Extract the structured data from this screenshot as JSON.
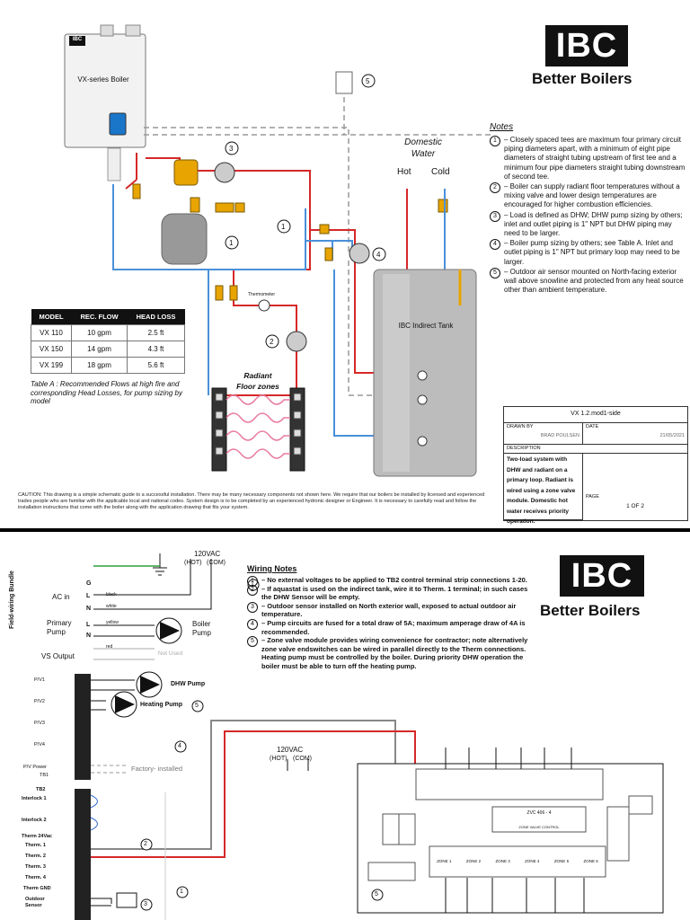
{
  "brand": {
    "logo": "IBC",
    "tagline": "Better Boilers",
    "logo_color": "#111111"
  },
  "top_sheet": {
    "boiler_label": "VX-series Boiler",
    "boiler_badge": "IBC",
    "domestic_water": "Domestic Water",
    "hot": "Hot",
    "cold": "Cold",
    "tank_label": "IBC Indirect Tank",
    "thermometer": "Thermometer",
    "radiant_label": "Radiant Floor zones",
    "callouts": [
      "1",
      "1",
      "2",
      "3",
      "4",
      "5"
    ],
    "notes_title": "Notes",
    "notes": [
      {
        "num": "1",
        "text": "– Closely spaced tees are maximum four primary circuit piping diameters apart, with a minimum of eight pipe diameters of straight tubing upstream of first tee and a minimum four pipe diameters straight tubing downstream of second tee."
      },
      {
        "num": "2",
        "text": "– Boiler can supply radiant floor temperatures without a mixing valve and lower design temperatures are encouraged for higher combustion efficiencies."
      },
      {
        "num": "3",
        "text": "– Load is defined as DHW; DHW pump sizing by others; inlet and outlet piping is 1\" NPT but DHW piping may need to be larger."
      },
      {
        "num": "4",
        "text": "– Boiler pump sizing by others; see Table A. Inlet and outlet piping is 1\" NPT but primary loop may need to be larger."
      },
      {
        "num": "5",
        "text": "– Outdoor air sensor mounted on North-facing exterior wall above snowline and protected from any heat source other than ambient temperature."
      }
    ],
    "table": {
      "headers": [
        "MODEL",
        "REC. FLOW",
        "HEAD LOSS"
      ],
      "rows": [
        [
          "VX 110",
          "10 gpm",
          "2.5 ft"
        ],
        [
          "VX 150",
          "14 gpm",
          "4.3 ft"
        ],
        [
          "VX 199",
          "18 gpm",
          "5.6 ft"
        ]
      ]
    },
    "table_caption": "Table A : Recommended Flows at high fire and corresponding Head Losses, for pump sizing by model",
    "caution": "CAUTION: This drawing is a simple schematic guide to a successful installation. There may be many necessary components not shown here. We require that our boilers be installed by licensed and experienced trades people who are familiar with the applicable local and national codes. System design is to be completed by an experienced hydronic designer or Engineer. It is necessary to carefully read and follow the installation instructions that come with the boiler along with the application drawing that fits your system.",
    "title_block": {
      "title": "VX 1.2.mod1-side",
      "drawn_by_label": "DRAWN BY",
      "drawn_by": "BRAD POULSEN",
      "date_label": "DATE",
      "date": "21/05/2021",
      "description_label": "DESCRIPTION",
      "description": "Two-load system with DHW and radiant on a primary loop. Radiant is wired using a zone valve module. Domestic hot water receives priority operation.",
      "page_label": "PAGE",
      "page": "1 OF 2"
    }
  },
  "bottom_sheet": {
    "voltage": "120VAC",
    "hot": "(HOT)",
    "com": "(COM)",
    "field_wiring": "Field-wiring Bundle",
    "ac_in": "AC in",
    "primary_pump": "Primary Pump",
    "vs_output": "VS Output",
    "boiler_pump": "Boiler Pump",
    "not_used": "Not Used",
    "dhw_pump": "DHW Pump",
    "heating_pump": "Heating Pump",
    "factory_installed": "Factory- installed",
    "wire_black": "black",
    "wire_white": "white",
    "wire_yellow": "yellow",
    "wire_red": "red",
    "terminal_letters": [
      "G",
      "L",
      "N",
      "L",
      "N"
    ],
    "left_labels": [
      "P/V1",
      "P/V2",
      "P/V3",
      "P/V4",
      "P/V Power",
      "TB1",
      "TB2",
      "Interlock 1",
      "Interlock 2",
      "Therm 24Vac",
      "Therm. 1",
      "Therm. 2",
      "Therm. 3",
      "Therm. 4",
      "Therm GND",
      "Outdoor Sensor"
    ],
    "wiring_notes_title": "Wiring Notes",
    "wiring_notes": [
      {
        "num": "1",
        "text": "– No external voltages to be applied to TB2 control terminal strip connections 1-20."
      },
      {
        "num": "2",
        "text": "– If aquastat is used on the indirect tank, wire it to Therm. 1 terminal; in such cases the DHW Sensor will be empty."
      },
      {
        "num": "3",
        "text": "– Outdoor sensor installed on North exterior wall, exposed to actual outdoor air temperature."
      },
      {
        "num": "4",
        "text": "– Pump circuits are fused for a total draw of 5A; maximum amperage draw of 4A is recommended."
      },
      {
        "num": "5",
        "text": "– Zone valve module provides wiring convenience for contractor; note alternatively zone valve endswitches can be wired in parallel directly to the Therm connections. Heating pump must be controlled by the boiler. During priority DHW operation the boiler must be able to turn off the heating pump."
      }
    ],
    "module_voltage": "120VAC",
    "module_hot": "(HOT)",
    "module_com": "(COM)",
    "module_title": "ZVC 406 - 4",
    "module_sub": "ZONE VALVE CONTROL",
    "zones": [
      "ZONE 1",
      "ZONE 2",
      "ZONE 3",
      "ZONE 4",
      "ZONE 5",
      "ZONE 6"
    ],
    "callouts": [
      "1",
      "2",
      "3",
      "4",
      "5"
    ]
  },
  "colors": {
    "supply": "#d62828",
    "return": "#4a90d9",
    "dashed": "#999999"
  }
}
